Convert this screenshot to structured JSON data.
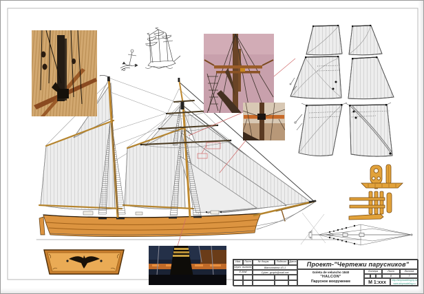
{
  "title_block": {
    "project_title": "Проект-\"Чертежи парусников\"",
    "ship_type_year": "Goleta de velancho 1840",
    "ship_name": "\"HALCON\"",
    "drawing_name": "Парусное вооружение",
    "scale": "М 1:xxx",
    "columns": {
      "izm": "Изм.",
      "list": "Лист",
      "doc": "№ докум.",
      "sign": "Подпись",
      "date": "Дата"
    },
    "row_author_label": "Черт. выполн.",
    "row_author_value": "Blancanaima 43-1",
    "row_email_label": "E-Mail",
    "row_email_value": "Cyber_graph@mail.net",
    "litera_label": "Литера",
    "sheet_label": "Лист",
    "sheets_label": "Листов",
    "sheet_value": "8",
    "sheets_value": "7",
    "url_line1": "http://shipmodeling.by.ru",
    "url_line2": "www.shipmodeling.ru"
  }
}
